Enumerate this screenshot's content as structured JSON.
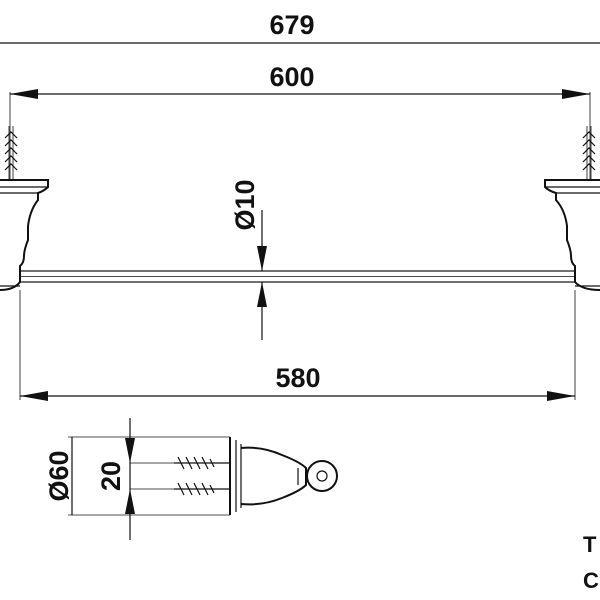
{
  "dimensions": {
    "overall_width": "679",
    "rail_width": "600",
    "bar_length": "580",
    "bar_diameter": "Ø10",
    "base_diameter": "Ø60",
    "screw_spacing": "20"
  },
  "corner_text": {
    "line1": "T",
    "line2": "C"
  }
}
